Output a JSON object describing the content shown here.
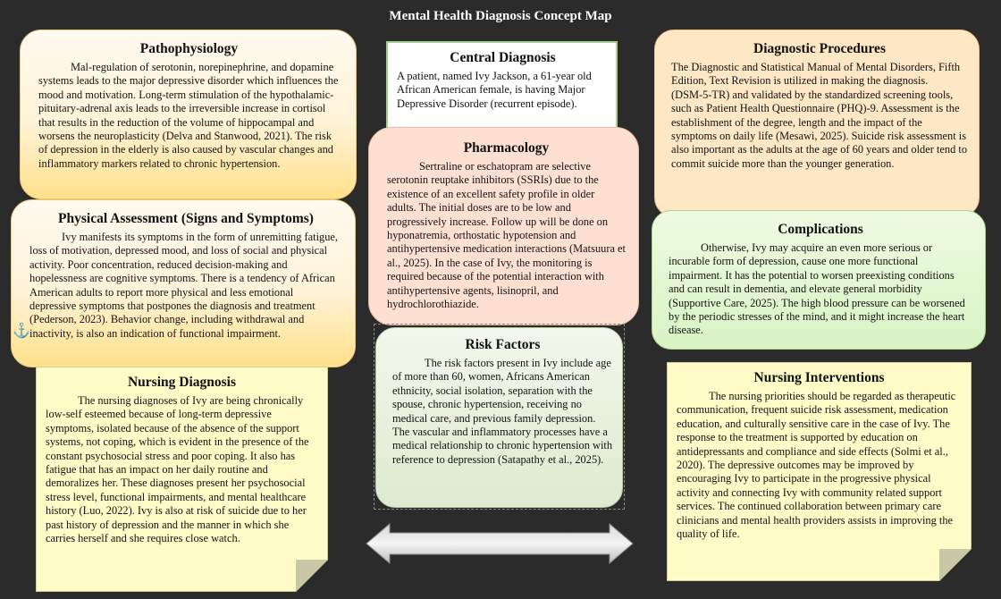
{
  "title": "Mental Health Diagnosis Concept Map",
  "pathophysiology": {
    "heading": "Pathophysiology",
    "text": "Mal-regulation of serotonin, norepinephrine, and dopamine systems leads to the major depressive disorder which influences the mood and motivation. Long-term stimulation of the hypothalamic-pituitary-adrenal axis leads to the irreversible increase in cortisol that results in the reduction of the volume of hippocampal and worsens the neuroplasticity (Delva and Stanwood, 2021). The risk of depression in the elderly is also caused by vascular changes and inflammatory markers related to chronic hypertension."
  },
  "physical_assessment": {
    "heading": "Physical Assessment (Signs and Symptoms)",
    "text": "Ivy manifests its symptoms in the form of unremitting fatigue, loss of motivation, depressed mood, and loss of social and physical activity. Poor concentration, reduced decision-making and hopelessness are cognitive symptoms. There is a tendency of African American adults to report more physical and less emotional depressive symptoms that postpones the diagnosis and treatment (Pederson, 2023). Behavior change, including withdrawal and inactivity, is also an indication of functional impairment."
  },
  "central_diagnosis": {
    "heading": "Central Diagnosis",
    "text": "A patient, named Ivy Jackson, a 61-year old African American female, is having Major Depressive Disorder (recurrent episode)."
  },
  "pharmacology": {
    "heading": "Pharmacology",
    "text": "Sertraline or eschatopram are selective serotonin reuptake inhibitors (SSRIs)  due to the existence of an excellent safety profile in older adults. The initial doses are to be low and progressively increase. Follow up will be done on hyponatremia, orthostatic hypotension and antihypertensive medication interactions (Matsuura et al., 2025). In the case of Ivy, the monitoring is required because of the potential interaction with antihypertensive agents, lisinopril, and hydrochlorothiazide."
  },
  "risk_factors": {
    "heading": "Risk Factors",
    "text": "The risk factors present in Ivy include age of more than 60, women, Africans American ethnicity, social isolation, separation with the spouse, chronic hypertension, receiving no medical care, and previous family depression.  The vascular and inflammatory processes have a medical relationship to chronic hypertension with reference to depression (Satapathy et al., 2025)."
  },
  "diagnostic_procedures": {
    "heading": "Diagnostic Procedures",
    "text": "The Diagnostic and Statistical Manual of Mental Disorders, Fifth Edition, Text Revision is utilized in making the diagnosis.",
    "text2": "(DSM-5-TR) and validated by the standardized screening tools, such as Patient Health Questionnaire (PHQ)-9. Assessment is the establishment of the degree, length and the impact of the symptoms on daily life (Mesawi, 2025). Suicide risk assessment is also important as the adults at the age of 60 years and older tend to commit suicide more than the younger generation."
  },
  "complications": {
    "heading": "Complications",
    "text": "Otherwise, Ivy may acquire an even more serious or incurable form of depression, cause one more functional impairment.  It has the potential to worsen preexisting conditions and can result in dementia, and elevate general morbidity (Supportive Care, 2025). The high blood pressure can be worsened by the periodic stresses of the mind, and it might increase the heart disease."
  },
  "nursing_diagnosis": {
    "heading": "Nursing Diagnosis",
    "text": "The nursing diagnoses of Ivy are being chronically low-self esteemed because of long-term depressive symptoms, isolated because of the absence of the support systems, not coping, which is evident in the presence of the constant psychosocial stress and poor coping. It also has fatigue that has an impact on her daily routine and demoralizes her. These diagnoses present her psychosocial stress level, functional impairments, and mental healthcare history (Luo, 2022). Ivy is also at risk of suicide due to her past history of depression and the manner in which she carries herself and she requires close watch."
  },
  "nursing_interventions": {
    "heading": "Nursing Interventions",
    "text": "The nursing priorities should be regarded as therapeutic communication, frequent suicide risk assessment, medication education, and culturally sensitive care in the case of Ivy. The response to the treatment is supported by education on antidepressants and compliance and side effects (Solmi et al., 2020). The depressive outcomes may  be improved by encouraging Ivy to participate in the progressive physical activity and connecting Ivy with community related support services. The continued collaboration between primary care clinicians and mental health providers assists in improving the quality of life."
  },
  "icons": {
    "anchor": "anchor-icon",
    "arrow": "double-arrow-icon"
  }
}
